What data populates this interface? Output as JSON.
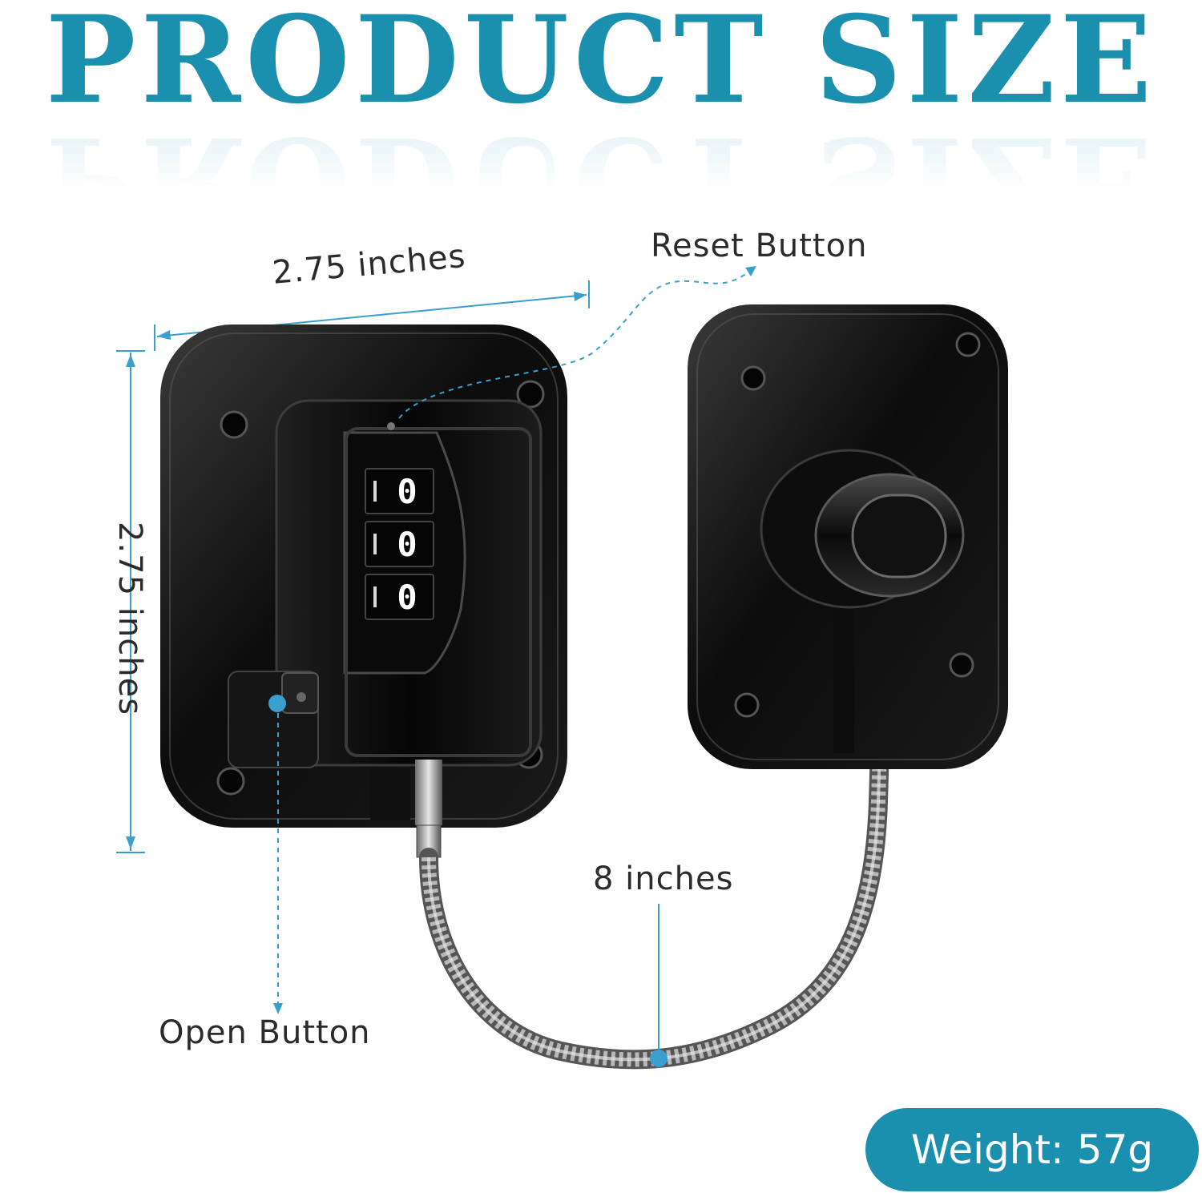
{
  "title": "PRODUCT SIZE",
  "labels": {
    "width": "2.75 inches",
    "height": "2.75 inches",
    "reset_button": "Reset Button",
    "open_button": "Open Button",
    "cable_length": "8 inches"
  },
  "lock_digits": [
    "0",
    "0",
    "0"
  ],
  "weight": "Weight: 57g",
  "colors": {
    "accent": "#1b8fae",
    "dimension_line": "#3a9fcf",
    "product_body": "#111111",
    "cable": "#9a9a9a"
  }
}
